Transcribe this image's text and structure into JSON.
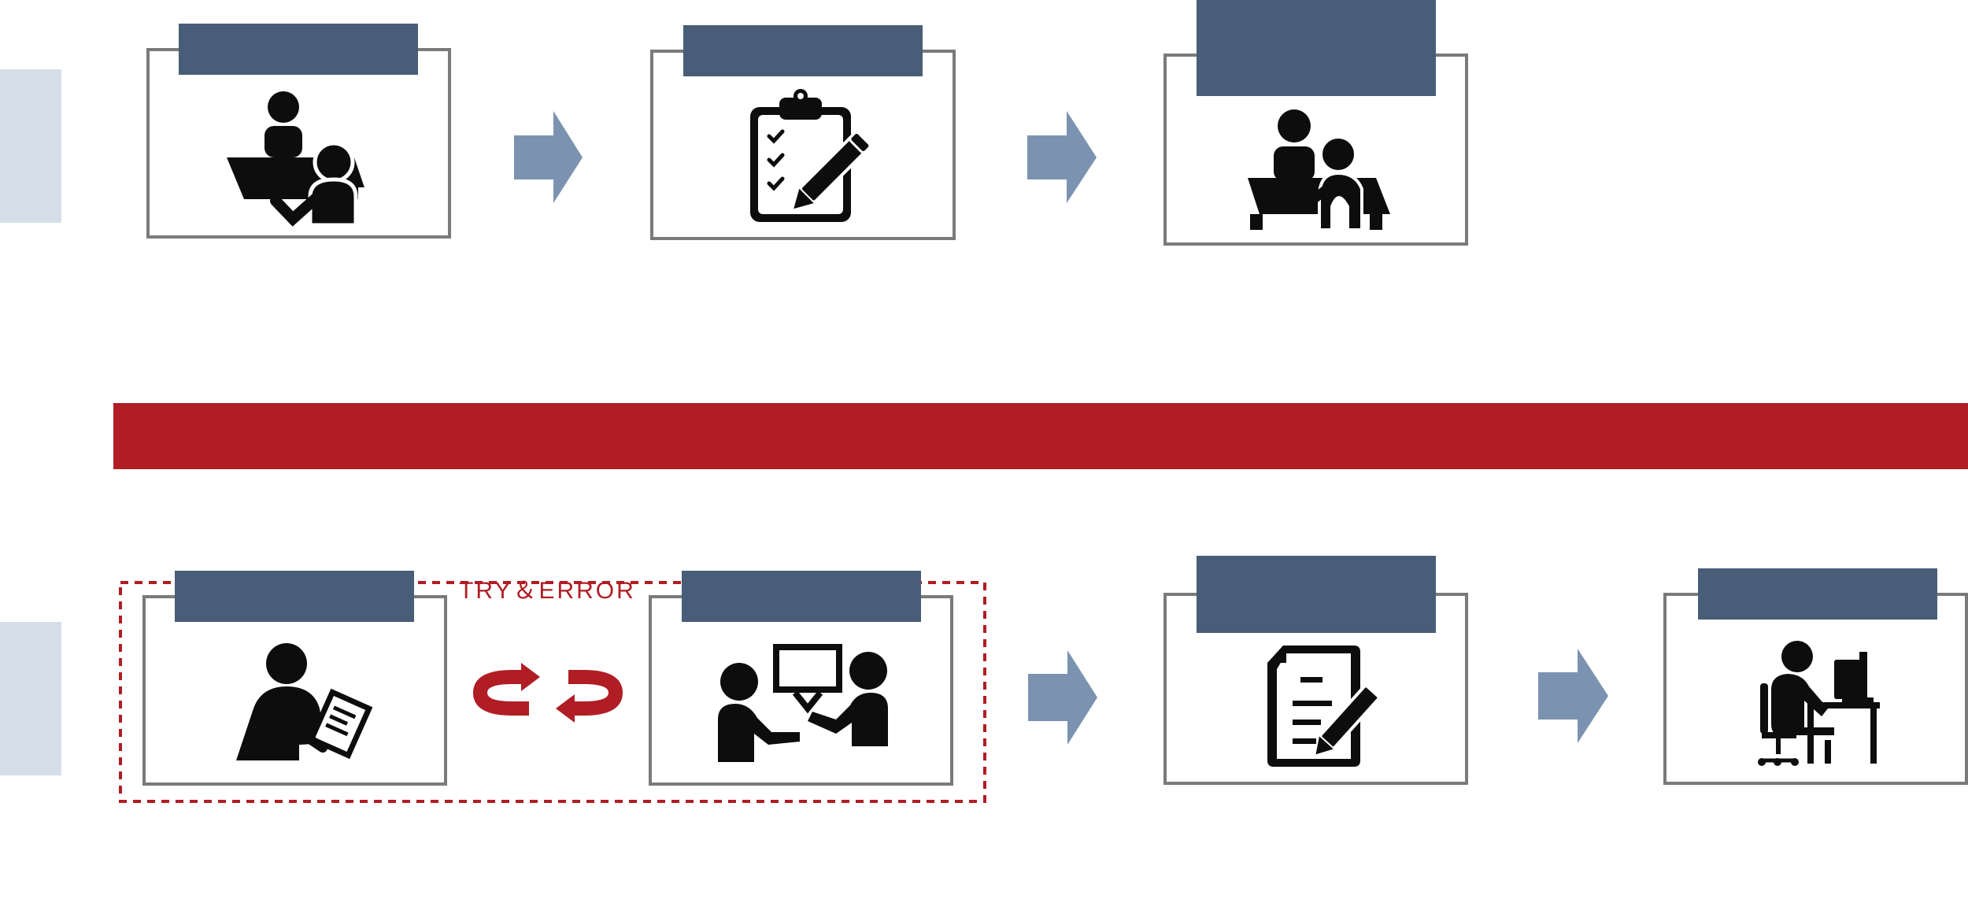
{
  "colors": {
    "header_fill": "#485d77",
    "box_border": "#7a7a7a",
    "arrow_fill": "#7b93b0",
    "side_tab_fill": "#d5dee8",
    "banner_fill": "#b01d24",
    "accent_red": "#b01d24",
    "icon_fill": "#0d0d0d"
  },
  "rows": [
    {
      "name": "top-process",
      "steps": [
        {
          "icon": "consultation-icon",
          "label": ""
        },
        {
          "icon": "clipboard-checklist-icon",
          "label": ""
        },
        {
          "icon": "meeting-icon",
          "label": ""
        }
      ]
    },
    {
      "name": "bottom-process",
      "steps": [
        {
          "icon": "person-writing-icon",
          "label": ""
        },
        {
          "icon": "presentation-discussion-icon",
          "label": ""
        },
        {
          "icon": "document-edit-icon",
          "label": ""
        },
        {
          "icon": "person-at-computer-icon",
          "label": ""
        }
      ]
    }
  ],
  "banner": {
    "label": ""
  },
  "try_error": {
    "label": "TRY＆ERROR",
    "icon": "cycle-arrows-icon"
  },
  "flow_arrows": [
    "right-arrow-icon",
    "right-arrow-icon",
    "right-arrow-icon",
    "right-arrow-icon"
  ]
}
